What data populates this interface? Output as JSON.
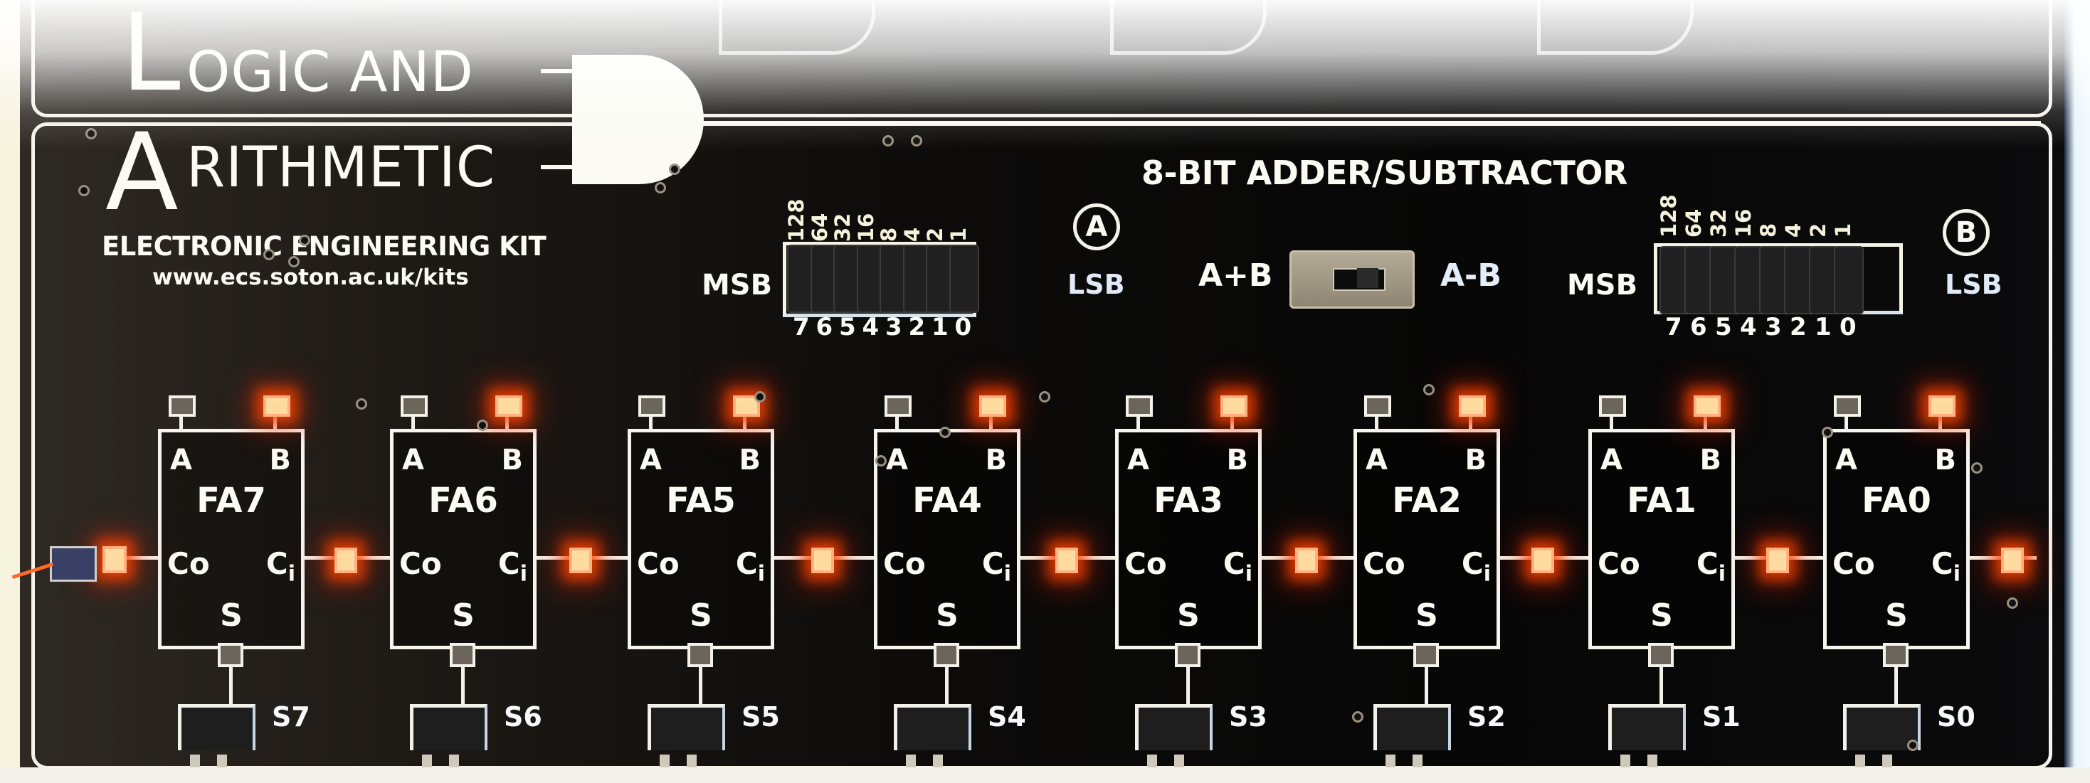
{
  "board": {
    "title_line1_initial": "L",
    "title_line1_rest": "OGIC AND",
    "title_line2_initial": "A",
    "title_line2_rest": "RITHMETIC",
    "kit_name": "ELECTRONIC ENGINEERING KIT",
    "url": "www.ecs.soton.ac.uk/kits",
    "section_title": "8-BIT ADDER/SUBTRACTOR",
    "colors": {
      "pcb": "#0a0a0a",
      "silkscreen": "#fbfbf4",
      "led_on": "#ff5a1a"
    }
  },
  "input_a": {
    "badge": "A",
    "msb_label": "MSB",
    "lsb_label": "LSB",
    "weights": [
      "128",
      "64",
      "32",
      "16",
      "8",
      "4",
      "2",
      "1"
    ],
    "bits": [
      "7",
      "6",
      "5",
      "4",
      "3",
      "2",
      "1",
      "0"
    ]
  },
  "input_b": {
    "badge": "B",
    "msb_label": "MSB",
    "lsb_label": "LSB",
    "weights": [
      "128",
      "64",
      "32",
      "16",
      "8",
      "4",
      "2",
      "1"
    ],
    "bits": [
      "7",
      "6",
      "5",
      "4",
      "3",
      "2",
      "1",
      "0"
    ]
  },
  "mode_switch": {
    "left_label": "A+B",
    "right_label": "A-B",
    "position": "A-B"
  },
  "adders": [
    {
      "name": "FA7",
      "pin_a": "A",
      "pin_b": "B",
      "carry_out": "Co",
      "carry_in": "C",
      "carry_in_sub": "i",
      "sum": "S",
      "sum_output": "S7",
      "led_a_on": false,
      "led_b_on": true,
      "led_carry_in_on": true,
      "led_sum_on": false
    },
    {
      "name": "FA6",
      "pin_a": "A",
      "pin_b": "B",
      "carry_out": "Co",
      "carry_in": "C",
      "carry_in_sub": "i",
      "sum": "S",
      "sum_output": "S6",
      "led_a_on": false,
      "led_b_on": true,
      "led_carry_in_on": true,
      "led_sum_on": false
    },
    {
      "name": "FA5",
      "pin_a": "A",
      "pin_b": "B",
      "carry_out": "Co",
      "carry_in": "C",
      "carry_in_sub": "i",
      "sum": "S",
      "sum_output": "S5",
      "led_a_on": false,
      "led_b_on": true,
      "led_carry_in_on": true,
      "led_sum_on": false
    },
    {
      "name": "FA4",
      "pin_a": "A",
      "pin_b": "B",
      "carry_out": "Co",
      "carry_in": "C",
      "carry_in_sub": "i",
      "sum": "S",
      "sum_output": "S4",
      "led_a_on": false,
      "led_b_on": true,
      "led_carry_in_on": true,
      "led_sum_on": false
    },
    {
      "name": "FA3",
      "pin_a": "A",
      "pin_b": "B",
      "carry_out": "Co",
      "carry_in": "C",
      "carry_in_sub": "i",
      "sum": "S",
      "sum_output": "S3",
      "led_a_on": false,
      "led_b_on": true,
      "led_carry_in_on": true,
      "led_sum_on": false
    },
    {
      "name": "FA2",
      "pin_a": "A",
      "pin_b": "B",
      "carry_out": "Co",
      "carry_in": "C",
      "carry_in_sub": "i",
      "sum": "S",
      "sum_output": "S2",
      "led_a_on": false,
      "led_b_on": true,
      "led_carry_in_on": true,
      "led_sum_on": false
    },
    {
      "name": "FA1",
      "pin_a": "A",
      "pin_b": "B",
      "carry_out": "Co",
      "carry_in": "C",
      "carry_in_sub": "i",
      "sum": "S",
      "sum_output": "S1",
      "led_a_on": false,
      "led_b_on": true,
      "led_carry_in_on": true,
      "led_sum_on": false
    },
    {
      "name": "FA0",
      "pin_a": "A",
      "pin_b": "B",
      "carry_out": "Co",
      "carry_in": "C",
      "carry_in_sub": "i",
      "sum": "S",
      "sum_output": "S0",
      "led_a_on": false,
      "led_b_on": true,
      "led_carry_in_on": true,
      "led_sum_on": false
    }
  ],
  "final_carry_out_led_on": true
}
